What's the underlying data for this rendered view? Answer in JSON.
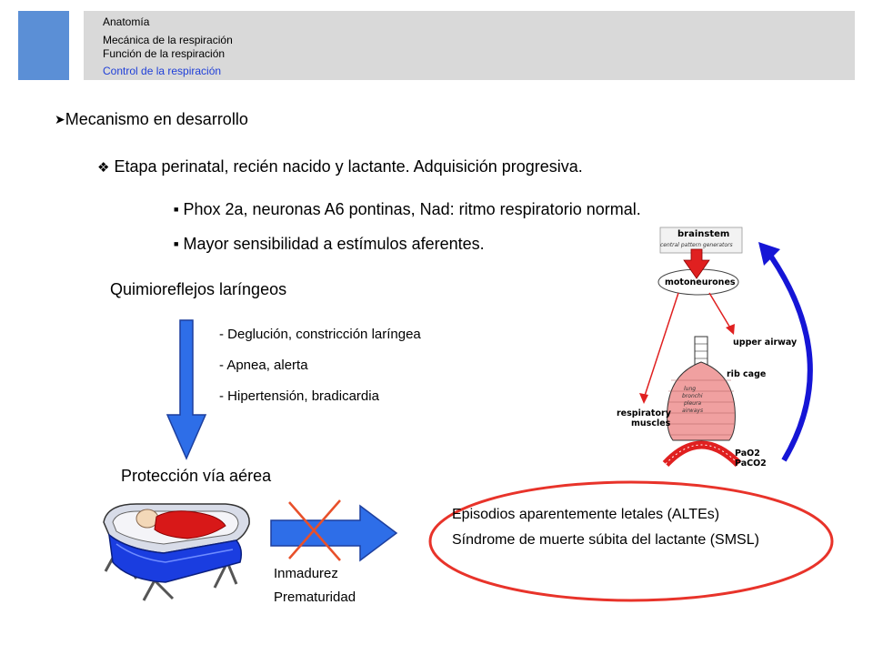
{
  "nav": {
    "items": [
      {
        "label": "Anatomía",
        "active": false
      },
      {
        "label": "Mecánica de la respiración",
        "active": false
      },
      {
        "label": "Función de la respiración",
        "active": false
      },
      {
        "label": "Control de la respiración",
        "active": true
      }
    ]
  },
  "content": {
    "heading": "Mecanismo en desarrollo",
    "stage": "Etapa perinatal, recién nacido y lactante. Adquisición progresiva.",
    "points": [
      "Phox 2a, neuronas A6 pontinas, Nad: ritmo respiratorio normal.",
      "Mayor sensibilidad a estímulos aferentes."
    ],
    "reflex_title": "Quimioreflejos laríngeos",
    "reflex_effects": [
      "- Deglución, constricción laríngea",
      "- Apnea, alerta",
      "- Hipertensión, bradicardia"
    ],
    "protection": "Protección vía aérea",
    "factors": [
      "Inmadurez",
      "Prematuridad"
    ],
    "outcomes": [
      "Episodios aparentemente letales (ALTEs)",
      "Síndrome de muerte súbita del lactante (SMSL)"
    ]
  },
  "figure": {
    "labels": {
      "brainstem": "brainstem",
      "generators": "central pattern generators",
      "motoneurones": "motoneurones",
      "upper_airway": "upper airway",
      "rib_cage": "rib cage",
      "respiratory": "respiratory",
      "muscles": "muscles",
      "pao2": "PaO2",
      "paco2": "PaCO2",
      "lung_text": [
        "lung",
        "bronchi",
        "pleura",
        "airways"
      ]
    }
  },
  "colors": {
    "header_square": "#5b8fd6",
    "header_bar": "#d9d9d9",
    "nav_active": "#1f3fd8",
    "arrow_blue": "#2e6ee8",
    "feedback_blue": "#1515d6",
    "cross_red": "#e8502a",
    "ellipse_red": "#e8332a",
    "figure_red": "#e02020"
  }
}
